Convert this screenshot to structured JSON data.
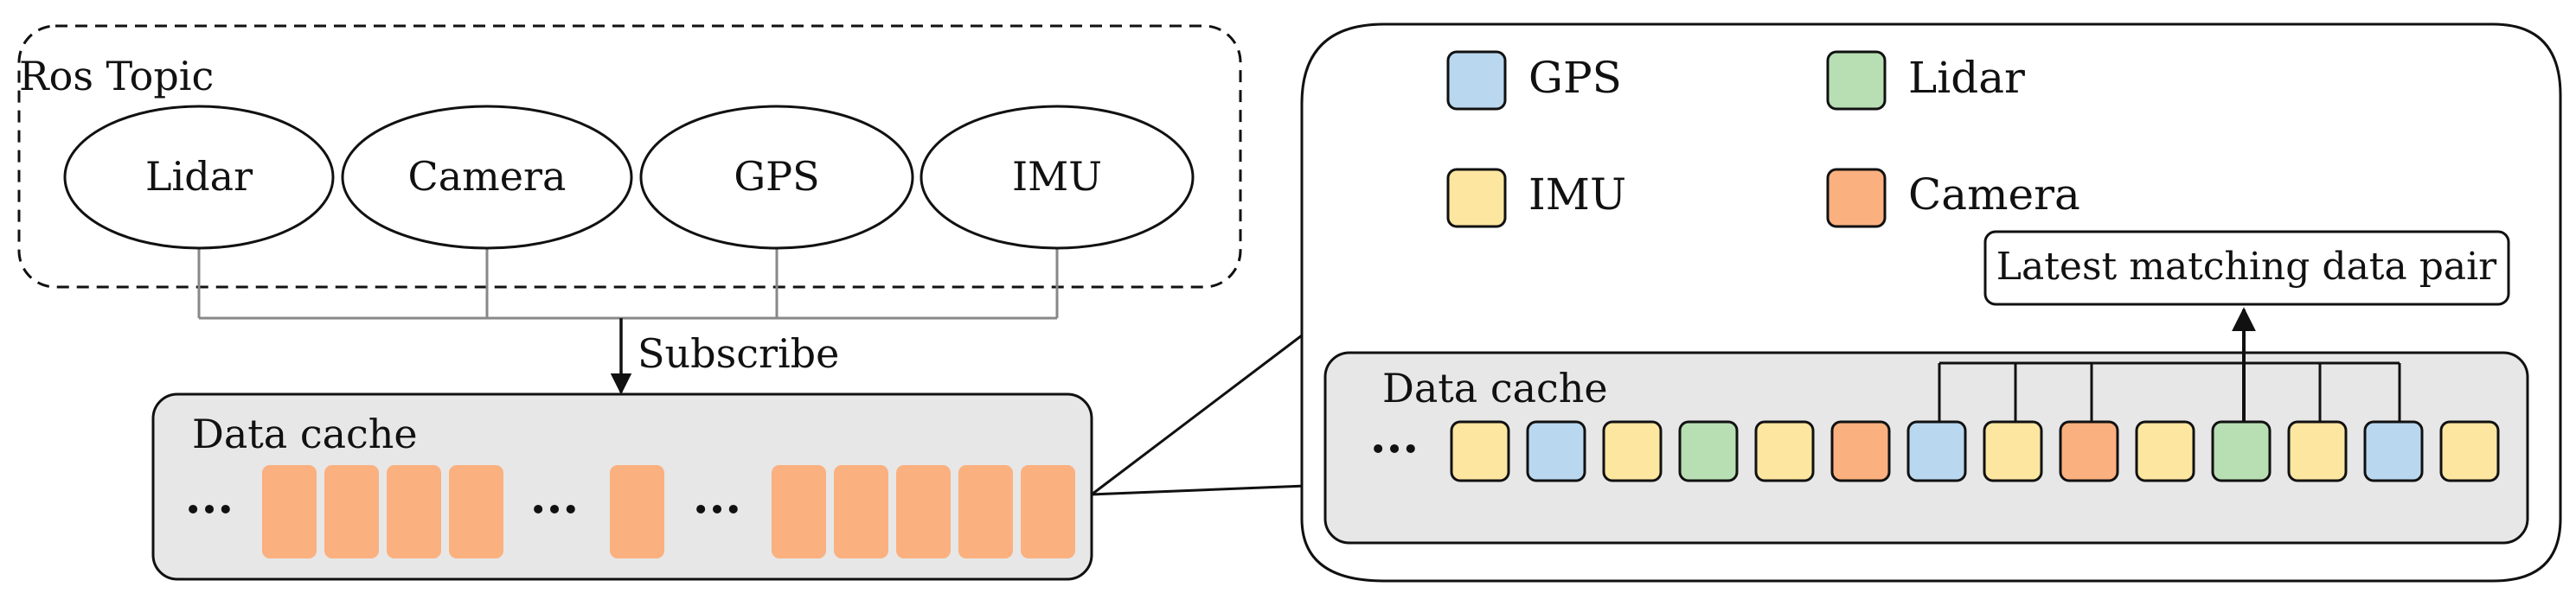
{
  "ros_topic": {
    "label": "Ros Topic",
    "topics": [
      "Lidar",
      "Camera",
      "GPS",
      "IMU"
    ]
  },
  "subscribe_label": "Subscribe",
  "left_cache": {
    "label": "Data cache",
    "ellipsis": "···"
  },
  "detail": {
    "legend": [
      {
        "name": "GPS",
        "color": "#b9d8ef"
      },
      {
        "name": "Lidar",
        "color": "#b8dfb3"
      },
      {
        "name": "IMU",
        "color": "#fde6a0"
      },
      {
        "name": "Camera",
        "color": "#fbb07f"
      }
    ],
    "output_label": "Latest matching data pair",
    "cache_label": "Data cache",
    "ellipsis": "···",
    "sequence": [
      "IMU",
      "GPS",
      "IMU",
      "Lidar",
      "IMU",
      "Camera",
      "GPS",
      "IMU",
      "Camera",
      "IMU",
      "Lidar",
      "IMU",
      "GPS",
      "IMU"
    ]
  },
  "colors": {
    "cache_fill": "#e7e7e7",
    "block_fill": "#fbb07f",
    "dots": "#f5a46d"
  }
}
